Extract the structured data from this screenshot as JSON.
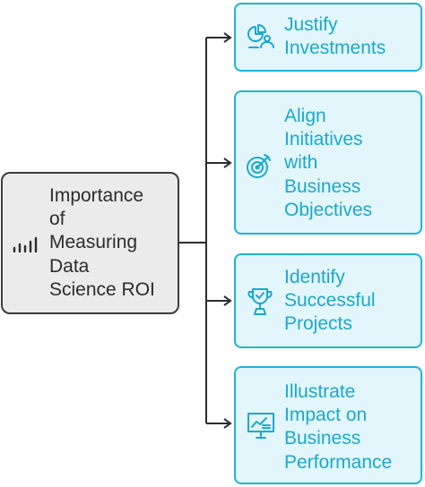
{
  "center": {
    "label": "Importance\nof\nMeasuring\nData\nScience ROI",
    "icon": "bar-chart-icon"
  },
  "items": [
    {
      "label": "Justify\nInvestments",
      "icon": "pie-chart-person-icon"
    },
    {
      "label": "Align\nInitiatives\nwith\nBusiness\nObjectives",
      "icon": "target-arrow-icon"
    },
    {
      "label": "Identify\nSuccessful\nProjects",
      "icon": "trophy-icon"
    },
    {
      "label": "Illustrate\nImpact on\nBusiness\nPerformance",
      "icon": "presentation-chart-icon"
    }
  ],
  "colors": {
    "accent": "#20b3d6",
    "accent_text": "#1aa9cd",
    "center_fill": "#ebebeb",
    "center_border": "#3d3d3d"
  }
}
